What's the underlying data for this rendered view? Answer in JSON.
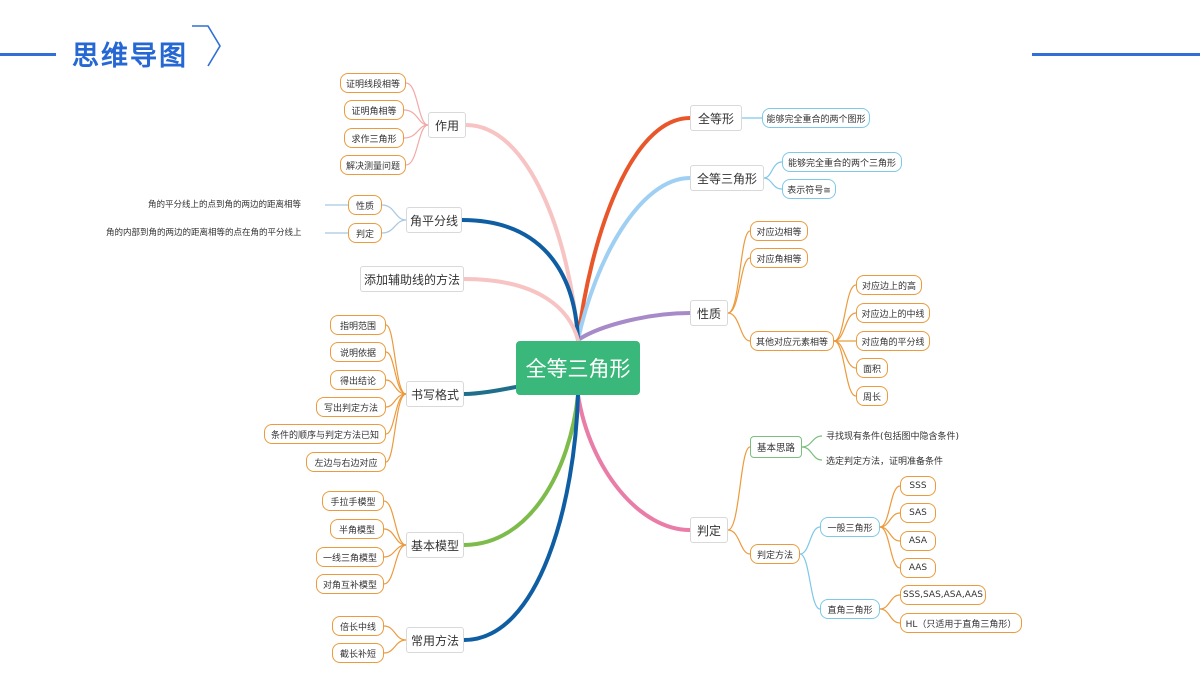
{
  "header": {
    "title": "思维导图"
  },
  "center": "全等三角形",
  "left": {
    "zuoyong": {
      "label": "作用",
      "items": [
        "证明线段相等",
        "证明角相等",
        "求作三角形",
        "解决测量问题"
      ]
    },
    "jiaopingfenxian": {
      "label": "角平分线",
      "items": [
        {
          "label": "性质",
          "text": "角的平分线上的点到角的两边的距离相等"
        },
        {
          "label": "判定",
          "text": "角的内部到角的两边的距离相等的点在角的平分线上"
        }
      ]
    },
    "fuzhuxian": {
      "label": "添加辅助线的方法"
    },
    "shuxie": {
      "label": "书写格式",
      "items": [
        "指明范围",
        "说明依据",
        "得出结论",
        "写出判定方法",
        "条件的顺序与判定方法已知",
        "左边与右边对应"
      ]
    },
    "jiben": {
      "label": "基本模型",
      "items": [
        "手拉手模型",
        "半角模型",
        "一线三角模型",
        "对角互补模型"
      ]
    },
    "changyong": {
      "label": "常用方法",
      "items": [
        "倍长中线",
        "截长补短"
      ]
    }
  },
  "right": {
    "quandengxing": {
      "label": "全等形",
      "items": [
        "能够完全重合的两个图形"
      ]
    },
    "quandengsanjiaoxing": {
      "label": "全等三角形",
      "items": [
        "能够完全重合的两个三角形",
        "表示符号≅"
      ]
    },
    "xingzhi": {
      "label": "性质",
      "items": [
        "对应边相等",
        "对应角相等"
      ],
      "other": {
        "label": "其他对应元素相等",
        "items": [
          "对应边上的高",
          "对应边上的中线",
          "对应角的平分线",
          "面积",
          "周长"
        ]
      }
    },
    "panding": {
      "label": "判定",
      "jiben": {
        "label": "基本思路",
        "items": [
          "寻找现有条件(包括图中隐含条件)",
          "选定判定方法，证明准备条件"
        ]
      },
      "fangfa": {
        "label": "判定方法",
        "general": {
          "label": "一般三角形",
          "items": [
            "SSS",
            "SAS",
            "ASA",
            "AAS"
          ]
        },
        "right": {
          "label": "直角三角形",
          "items": [
            "SSS,SAS,ASA,AAS",
            "HL（只适用于直角三角形）"
          ]
        }
      }
    }
  },
  "colors": {
    "accent_blue": "#2f6fd6",
    "center_green": "#3ab77a",
    "branch_orange_red": "#e8562a",
    "branch_light_blue": "#9fcff2",
    "branch_purple": "#a78bc9",
    "branch_pink": "#e97da8",
    "branch_dark_blue": "#0f5ea3",
    "branch_light_pink": "#f7c3c3",
    "branch_green": "#7dbb4a",
    "leaf_orange": "#ec9a3c",
    "leaf_cyan": "#7ec8e8"
  }
}
